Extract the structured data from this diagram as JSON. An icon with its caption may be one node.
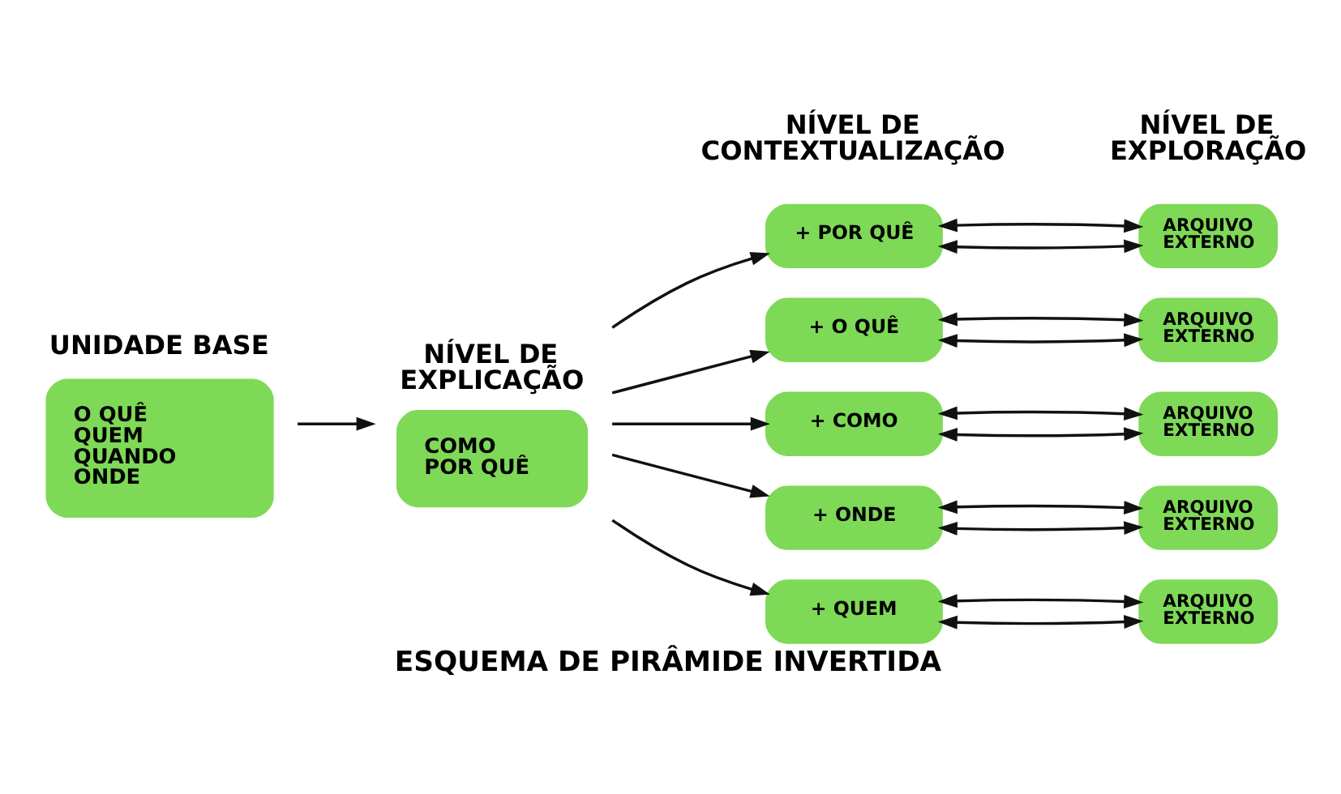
{
  "diagram": {
    "caption": "ESQUEMA DE PIRÂMIDE INVERTIDA",
    "nodes": [
      {
        "text": [
          "UNIDADE BASE",
          "O QUÊ QUEM QUANDO ONDE"
        ]
      },
      {
        "text": [
          "NÍVEL DE EXPLICAÇÃO",
          "COMO POR QUÊ"
        ]
      },
      {
        "text": [
          "+ POR QUÊ"
        ]
      },
      {
        "text": [
          "+ O QUÊ"
        ]
      },
      {
        "text": [
          "+ COMO"
        ]
      },
      {
        "text": [
          "+ ONDE"
        ]
      },
      {
        "text": [
          "+ QUEM"
        ]
      },
      {
        "text": [
          "ARQUIVO EXTERNO"
        ]
      },
      {
        "text": [
          "ARQUIVO EXTERNO"
        ]
      },
      {
        "text": [
          "ARQUIVO EXTERNO"
        ]
      },
      {
        "text": [
          "ARQUIVO EXTERNO"
        ]
      },
      {
        "text": [
          "ARQUIVO EXTERNO"
        ]
      }
    ],
    "edges": [
      {
        "from": 0,
        "to": 1,
        "arrow": "to"
      },
      {
        "from": 1,
        "to": 2,
        "arrow": "to"
      },
      {
        "from": 1,
        "to": 3,
        "arrow": "to"
      },
      {
        "from": 1,
        "to": 4,
        "arrow": "to"
      },
      {
        "from": 1,
        "to": 5,
        "arrow": "to"
      },
      {
        "from": 1,
        "to": 6,
        "arrow": "to"
      },
      {
        "from": 2,
        "to": 7,
        "arrow": "both"
      },
      {
        "from": 2,
        "to": 7,
        "arrow": "both"
      },
      {
        "from": 3,
        "to": 8,
        "arrow": "both"
      },
      {
        "from": 3,
        "to": 8,
        "arrow": "both"
      },
      {
        "from": 4,
        "to": 9,
        "arrow": "both"
      },
      {
        "from": 4,
        "to": 9,
        "arrow": "both"
      },
      {
        "from": 5,
        "to": 10,
        "arrow": "both"
      },
      {
        "from": 5,
        "to": 10,
        "arrow": "both"
      },
      {
        "from": 6,
        "to": 11,
        "arrow": "both"
      },
      {
        "from": 6,
        "to": 11,
        "arrow": "both"
      }
    ],
    "labels": [
      "NÍVEL DE CONTEXTUALIZAÇÃO",
      "NÍVEL DE EXPLORAÇÃO"
    ]
  }
}
